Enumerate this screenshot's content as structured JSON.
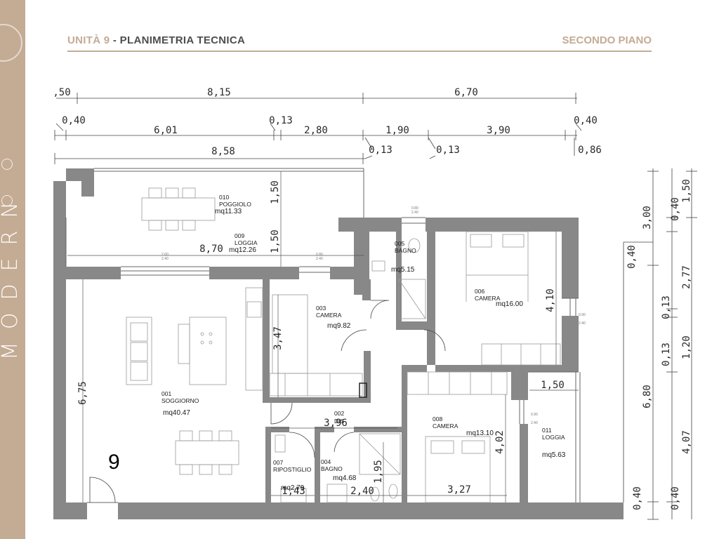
{
  "header": {
    "unit_label": "UNITÀ 9",
    "separator": " - ",
    "title": "PLANIMETRIA TECNICA",
    "floor": "SECONDO PIANO"
  },
  "brand": {
    "word": "MODERN"
  },
  "unit_number": "9",
  "dimensions": {
    "top_row1": [
      ",50",
      "8,15",
      "6,70"
    ],
    "top_row2": [
      "0,40",
      "6,01",
      "0,13",
      "2,80",
      "1,90",
      "3,90",
      "0,40"
    ],
    "top_row3": [
      "8,58",
      "0,13",
      "0,13",
      "0,86"
    ],
    "right_col1": [
      "3,00",
      "0,40",
      "6,80",
      "0,40"
    ],
    "right_col2": [
      "0,40",
      "2,77",
      "0,13",
      "1,20",
      "4,07",
      "0,40"
    ],
    "right_col3": [
      "1,50",
      "0,13"
    ],
    "interior": {
      "poggiolo_depth": "1,50",
      "loggia_depth": "1,50",
      "loggia_width": "8,70",
      "camera_006_height": "4,10",
      "soggiorno_height": "6,75",
      "camera_003_height": "3,47",
      "dis_width": "3,96",
      "camera_008_height": "4,02",
      "camera_008_width": "3,27",
      "loggia_011_width": "1,50",
      "bagno_004_height": "1,95",
      "bagno_004_width": "2,40",
      "ripostiglio_width": "1,43"
    }
  },
  "rooms": [
    {
      "code": "010",
      "name": "POGGIOLO",
      "area": "mq11.33"
    },
    {
      "code": "009",
      "name": "LOGGIA",
      "area": "mq12.26"
    },
    {
      "code": "005",
      "name": "BAGNO",
      "area": "mq5.15"
    },
    {
      "code": "006",
      "name": "CAMERA",
      "area": "mq16.00"
    },
    {
      "code": "003",
      "name": "CAMERA",
      "area": "mq9.82"
    },
    {
      "code": "001",
      "name": "SOGGIORNO",
      "area": "mq40.47"
    },
    {
      "code": "002",
      "name": "DIS",
      "area": ""
    },
    {
      "code": "008",
      "name": "CAMERA",
      "area": "mq13.10"
    },
    {
      "code": "011",
      "name": "LOGGIA",
      "area": "mq5.63"
    },
    {
      "code": "007",
      "name": "RIPOSTIGLIO",
      "area": "mq2.79"
    },
    {
      "code": "004",
      "name": "BAGNO",
      "area": "mq4.68"
    }
  ]
}
